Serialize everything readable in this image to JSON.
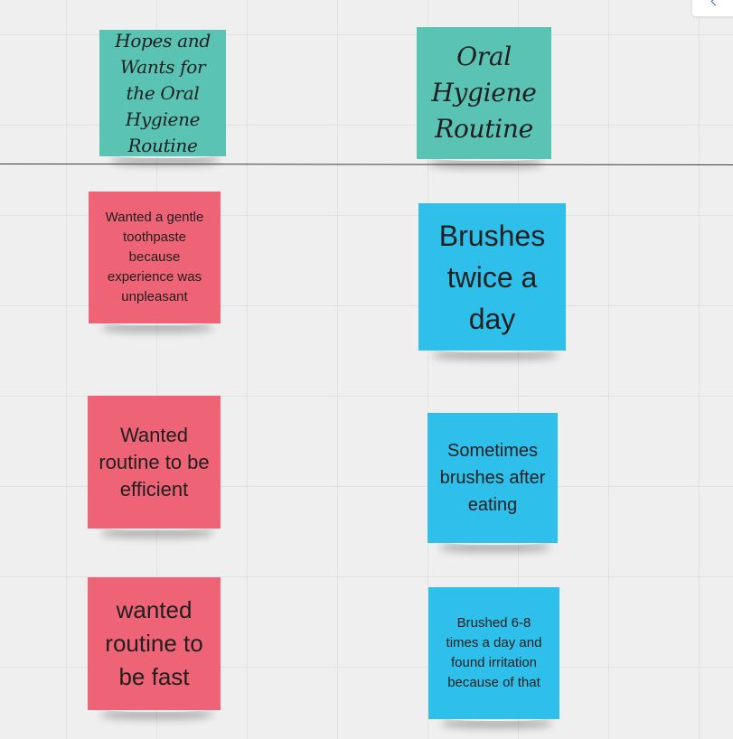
{
  "board": {
    "background_color": "#efefef",
    "grid_color": "#e2e2e2",
    "divider_color": "#3a3a3a"
  },
  "notes": [
    {
      "id": "header-hopes",
      "text": "Hopes and Wants for the Oral Hygiene Routine",
      "color": "#5ac3b4"
    },
    {
      "id": "header-routine",
      "text": "Oral Hygiene Routine",
      "color": "#5ac3b4"
    },
    {
      "id": "gentle-toothpaste",
      "text": "Wanted a gentle toothpaste because experience was unpleasant",
      "color": "#ee6476"
    },
    {
      "id": "brushes-twice",
      "text": "Brushes twice a day",
      "color": "#2ebfea"
    },
    {
      "id": "routine-efficient",
      "text": "Wanted routine to be efficient",
      "color": "#ee6476"
    },
    {
      "id": "brushes-after-eating",
      "text": "Sometimes brushes after eating",
      "color": "#2ebfea"
    },
    {
      "id": "routine-fast",
      "text": "wanted routine to be fast",
      "color": "#ee6476"
    },
    {
      "id": "brushed-6-8",
      "text": "Brushed 6-8 times a day and found irritation because of that",
      "color": "#2ebfea"
    }
  ]
}
